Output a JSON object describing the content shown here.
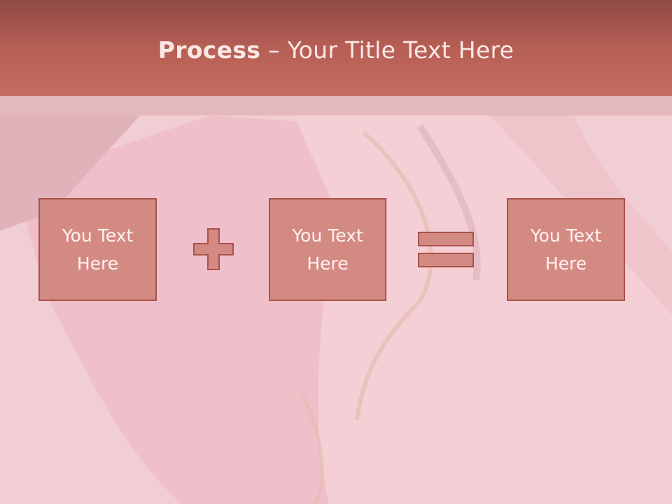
{
  "title": {
    "bold": "Process",
    "rest": " – Your Title Text Here"
  },
  "process": {
    "box1": "You Text Here",
    "operator1": "plus-icon",
    "box2": "You Text Here",
    "operator2": "equals-icon",
    "box3": "You Text Here"
  },
  "colors": {
    "title_bar": "#b65f55",
    "box_fill": "#d38a82",
    "box_border": "#a9524c",
    "box_text": "#fff2f0"
  }
}
